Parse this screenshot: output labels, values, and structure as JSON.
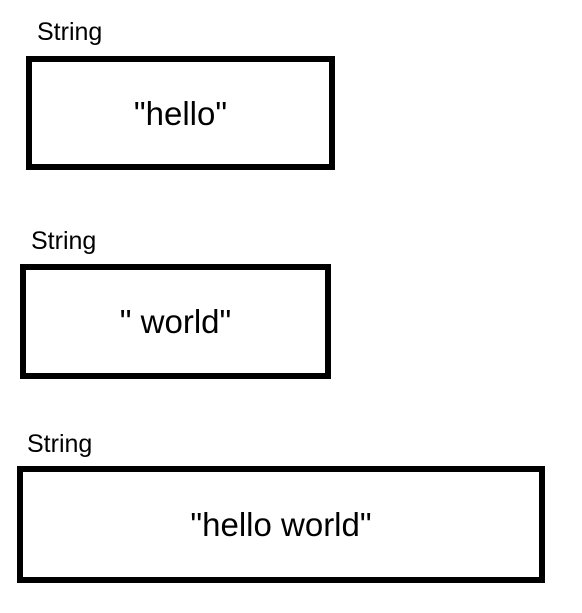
{
  "variables": [
    {
      "type_label": "String",
      "value": "\"hello\""
    },
    {
      "type_label": "String",
      "value": "\" world\""
    },
    {
      "type_label": "String",
      "value": "\"hello world\""
    }
  ],
  "colors": {
    "border": "#000000",
    "text": "#000000",
    "background": "#ffffff"
  }
}
